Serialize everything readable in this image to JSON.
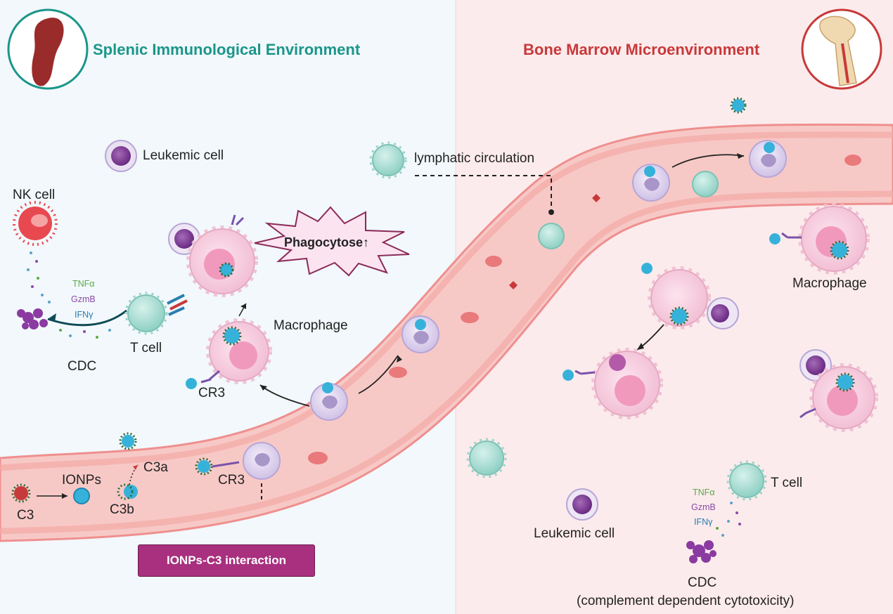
{
  "titles": {
    "left": "Splenic Immunological Environment",
    "right": "Bone Marrow  Microenvironment"
  },
  "labels": {
    "leukemic_cell_left": "Leukemic cell",
    "leukemic_cell_right": "Leukemic cell",
    "nk_cell": "NK cell",
    "t_cell_left": "T cell",
    "t_cell_right": "T cell",
    "cdc_left": "CDC",
    "cdc_right": "CDC",
    "cdc_full": "(complement dependent cytotoxicity)",
    "macrophage_left": "Macrophage",
    "macrophage_right": "Macrophage",
    "cr3_upper": "CR3",
    "cr3_lower": "CR3",
    "phagocytose": "Phagocytose",
    "phagocytose_arrow": "↑",
    "lymphatic": "lymphatic circulation",
    "c3": "C3",
    "ionps": "IONPs",
    "c3a": "C3a",
    "c3b": "C3b",
    "tnf_left": "TNFα",
    "gzmb_left": "GzmB",
    "ifn_left": "IFNγ",
    "tnf_right": "TNFα",
    "gzmb_right": "GzmB",
    "ifn_right": "IFNγ"
  },
  "badge": {
    "text": "IONPs-C3 interaction"
  },
  "colors": {
    "title_left": "#1a968a",
    "title_right": "#c8393a",
    "tnf": "#5aaa4a",
    "gzmb": "#8a4aa8",
    "ifn": "#2a7db0",
    "badge_bg": "#a8307e",
    "vessel": "#f7c9c6",
    "vessel_wall": "#ef8f8f"
  },
  "icons": [
    "spleen-icon",
    "bone-icon"
  ]
}
